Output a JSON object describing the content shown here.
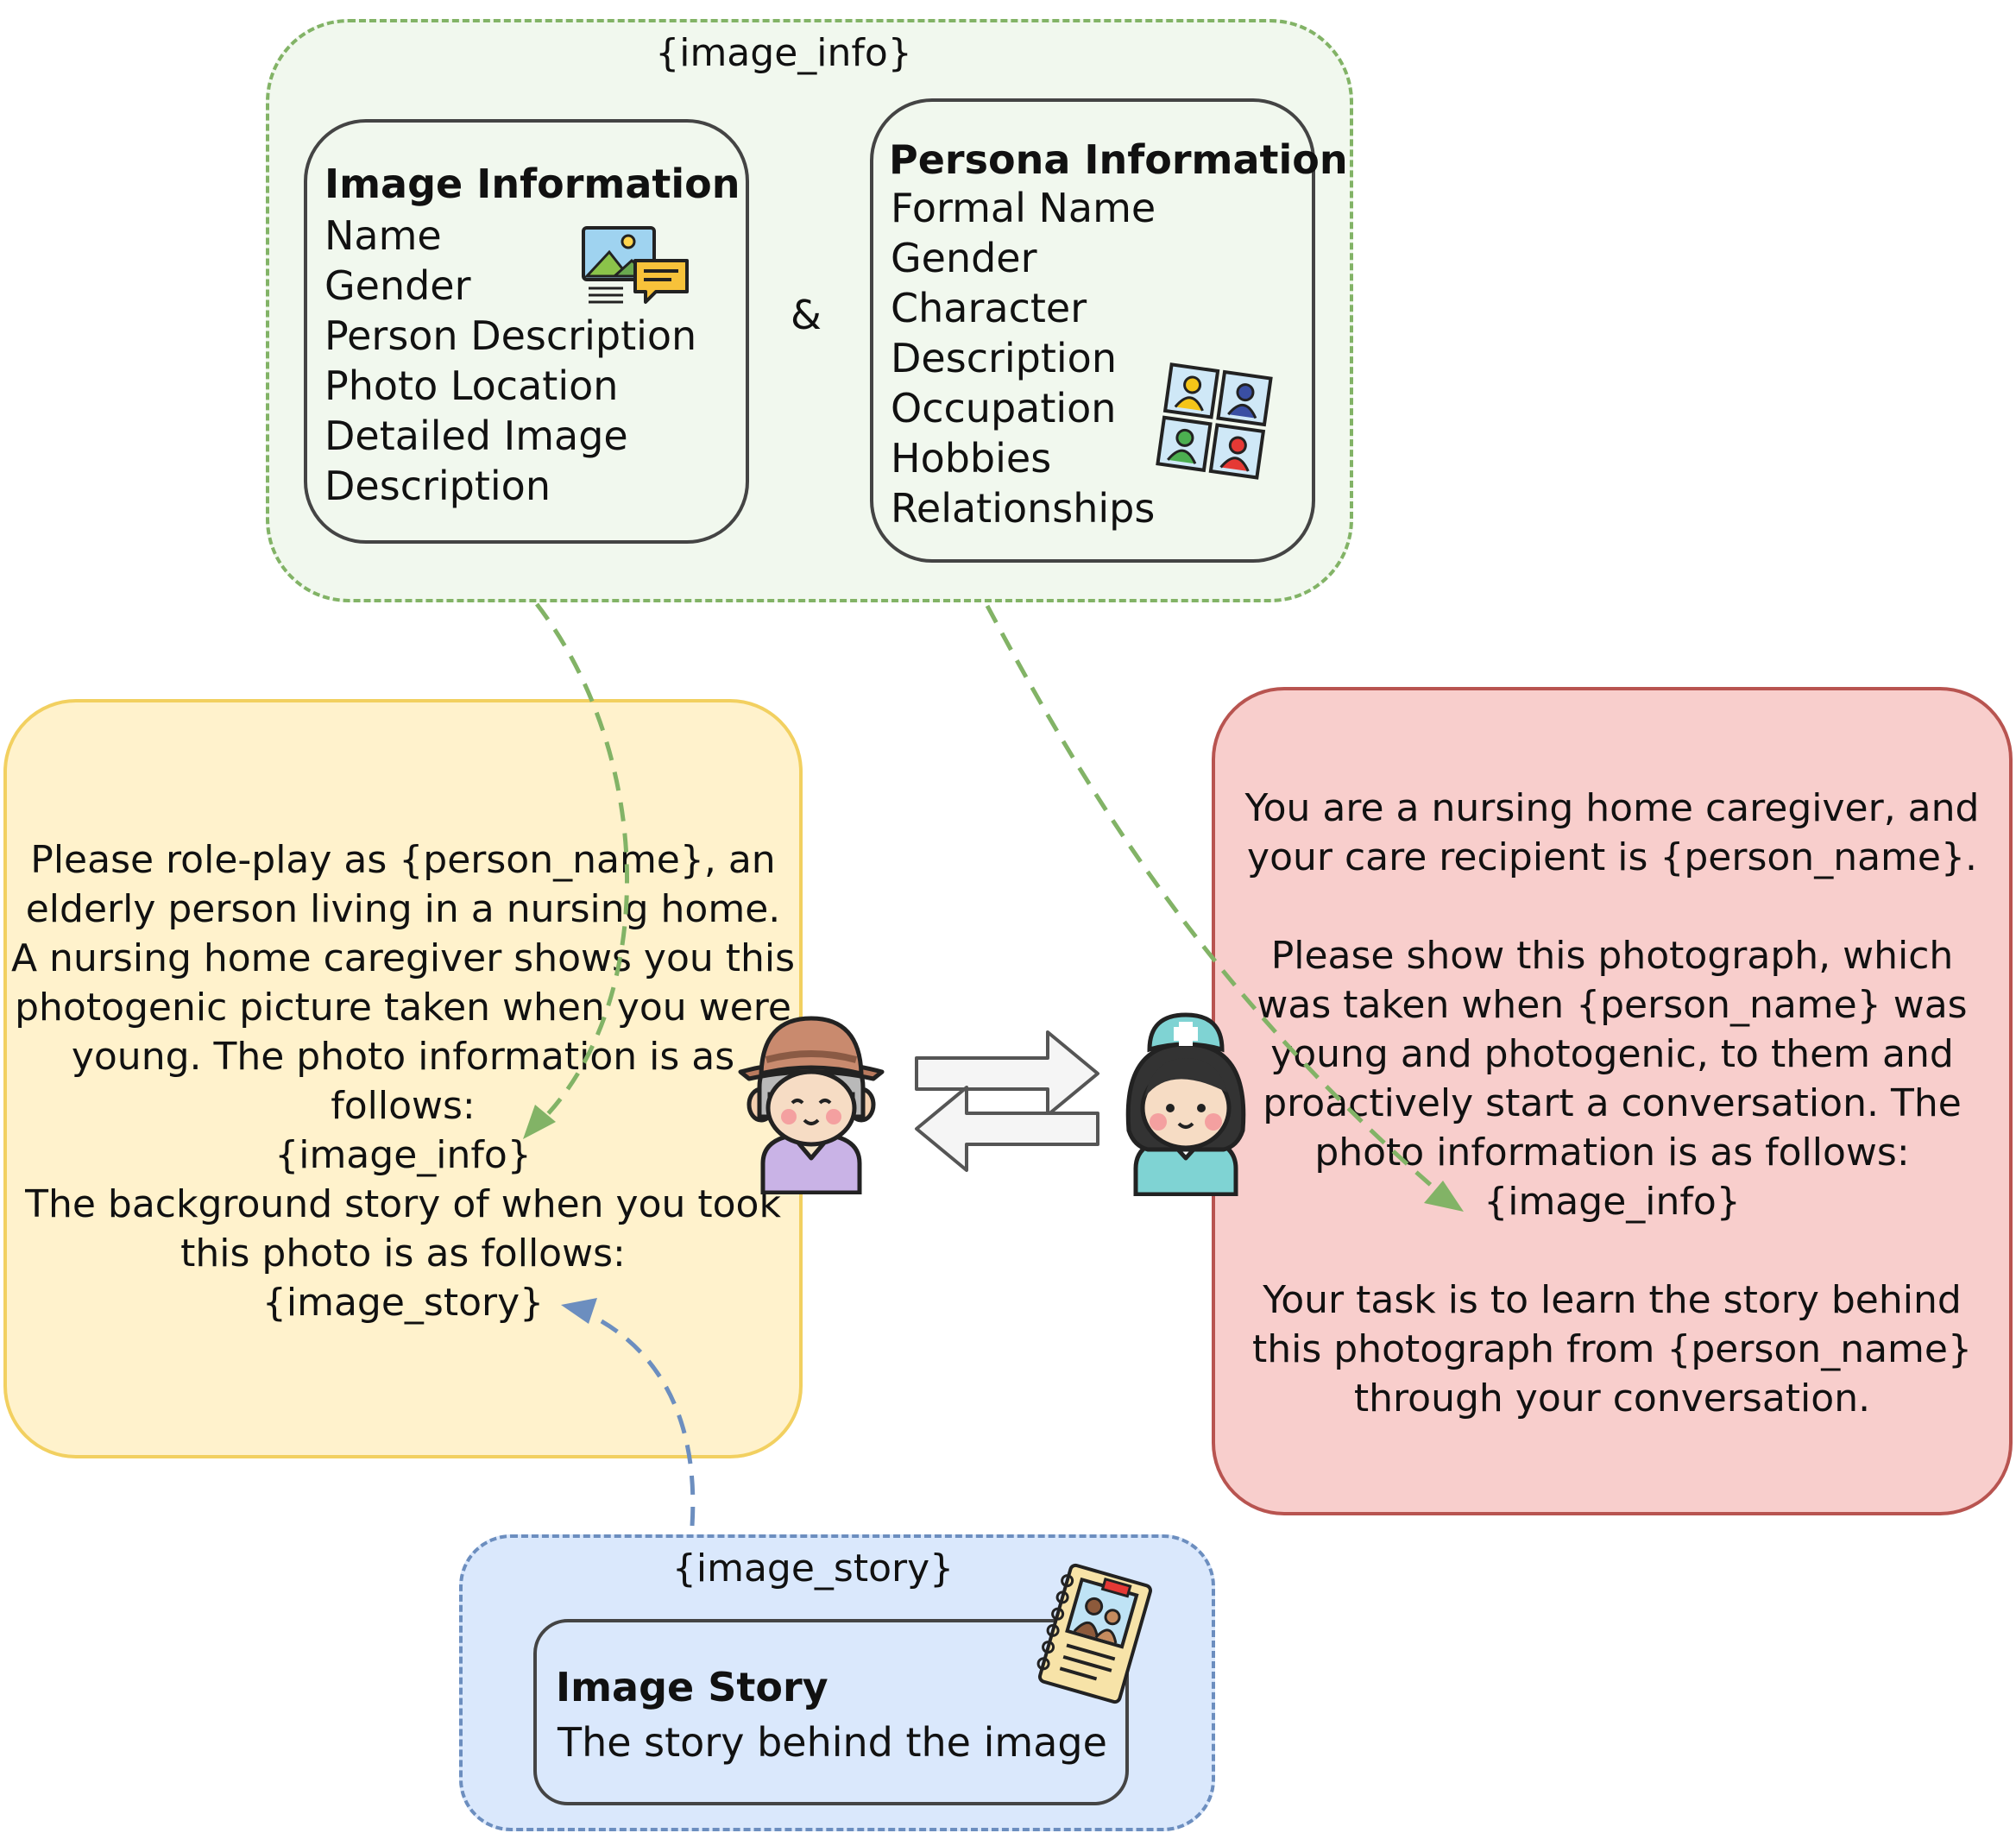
{
  "image_info_box": {
    "title": "{image_info}",
    "image_information": {
      "heading": "Image Information",
      "items": [
        "Name",
        "Gender",
        "Person Description",
        "Photo Location",
        "Detailed Image",
        "Description"
      ]
    },
    "ampersand": "&",
    "persona_information": {
      "heading": "Persona Information",
      "items": [
        "Formal Name",
        "Gender",
        "Character",
        "Description",
        "Occupation",
        "Hobbies",
        "Relationships"
      ]
    }
  },
  "elder_prompt": {
    "lines": [
      "Please role-play as {person_name}, an",
      "elderly person living in a nursing home.",
      "A nursing home caregiver shows you this",
      "photogenic picture taken when you were",
      "young.  The photo information is as",
      "follows:",
      "{image_info}",
      "The background story of when you took",
      "this photo is as follows:",
      "{image_story}"
    ]
  },
  "caregiver_prompt": {
    "lines": [
      "You are a nursing home caregiver, and",
      "your care recipient is {person_name}.",
      "",
      "Please show this photograph, which",
      "was taken when {person_name} was",
      "young and photogenic, to them and",
      "proactively start a conversation. The",
      "photo information is as follows:",
      "{image_info}",
      "",
      "Your task is to learn the story behind",
      "this photograph from {person_name}",
      "through your conversation."
    ]
  },
  "image_story_box": {
    "title": "{image_story}",
    "heading": "Image Story",
    "text": "The story behind the image"
  },
  "colors": {
    "info_fill": "#f1f8ee",
    "info_border": "#82b366",
    "elder_fill": "#fff2cc",
    "elder_border": "#f2d060",
    "caregiver_fill": "#f8cecc",
    "caregiver_border": "#b85450",
    "story_fill": "#dae8fc",
    "story_border": "#6c8ebf",
    "green_arrow": "#82b366",
    "blue_arrow": "#6c8ebf"
  },
  "icons": [
    "image-chat-icon",
    "persona-grid-icon",
    "elderly-man-icon",
    "nurse-icon",
    "photo-notebook-icon",
    "exchange-arrows-icon"
  ]
}
